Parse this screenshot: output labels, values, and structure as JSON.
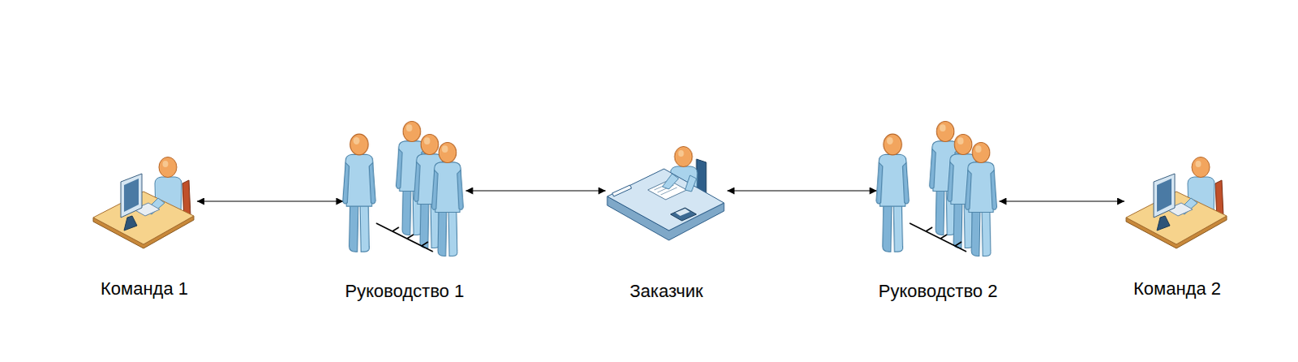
{
  "diagram": {
    "nodes": [
      {
        "text": [
          "Команда 1"
        ]
      },
      {
        "text": [
          "Руководство 1"
        ]
      },
      {
        "text": [
          "Заказчик"
        ]
      },
      {
        "text": [
          "Руководство 2"
        ]
      },
      {
        "text": [
          "Команда 2"
        ]
      }
    ],
    "edges": [
      {
        "from": 0,
        "to": 1,
        "arrow": "both"
      },
      {
        "from": 1,
        "to": 2,
        "arrow": "both"
      },
      {
        "from": 2,
        "to": 3,
        "arrow": "both"
      },
      {
        "from": 3,
        "to": 4,
        "arrow": "both"
      }
    ]
  }
}
